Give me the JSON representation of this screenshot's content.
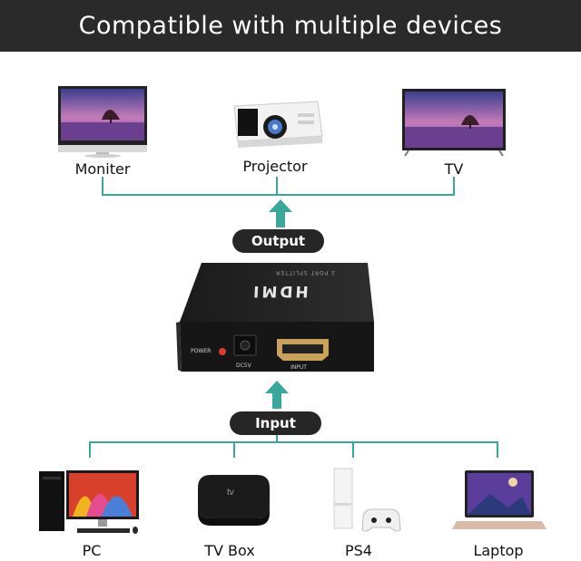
{
  "header": {
    "title": "Compatible with multiple devices"
  },
  "outputs": [
    {
      "label": "Moniter",
      "icon": "monitor-icon"
    },
    {
      "label": "Projector",
      "icon": "projector-icon"
    },
    {
      "label": "TV",
      "icon": "tv-icon"
    }
  ],
  "output_label": "Output",
  "splitter": {
    "logo": "HDMI",
    "model": "2 PORT SPLITTER",
    "power_label": "POWER",
    "dc_label": "DC5V",
    "input_port_label": "INPUT"
  },
  "input_label": "Input",
  "inputs": [
    {
      "label": "PC",
      "icon": "pc-icon"
    },
    {
      "label": "TV Box",
      "icon": "tv-box-icon"
    },
    {
      "label": "PS4",
      "icon": "ps4-icon"
    },
    {
      "label": "Laptop",
      "icon": "laptop-icon"
    }
  ],
  "colors": {
    "line": "#3aa79d",
    "arrow": "#3aa79d",
    "banner": "#2a2a2a",
    "pill": "#262626"
  }
}
